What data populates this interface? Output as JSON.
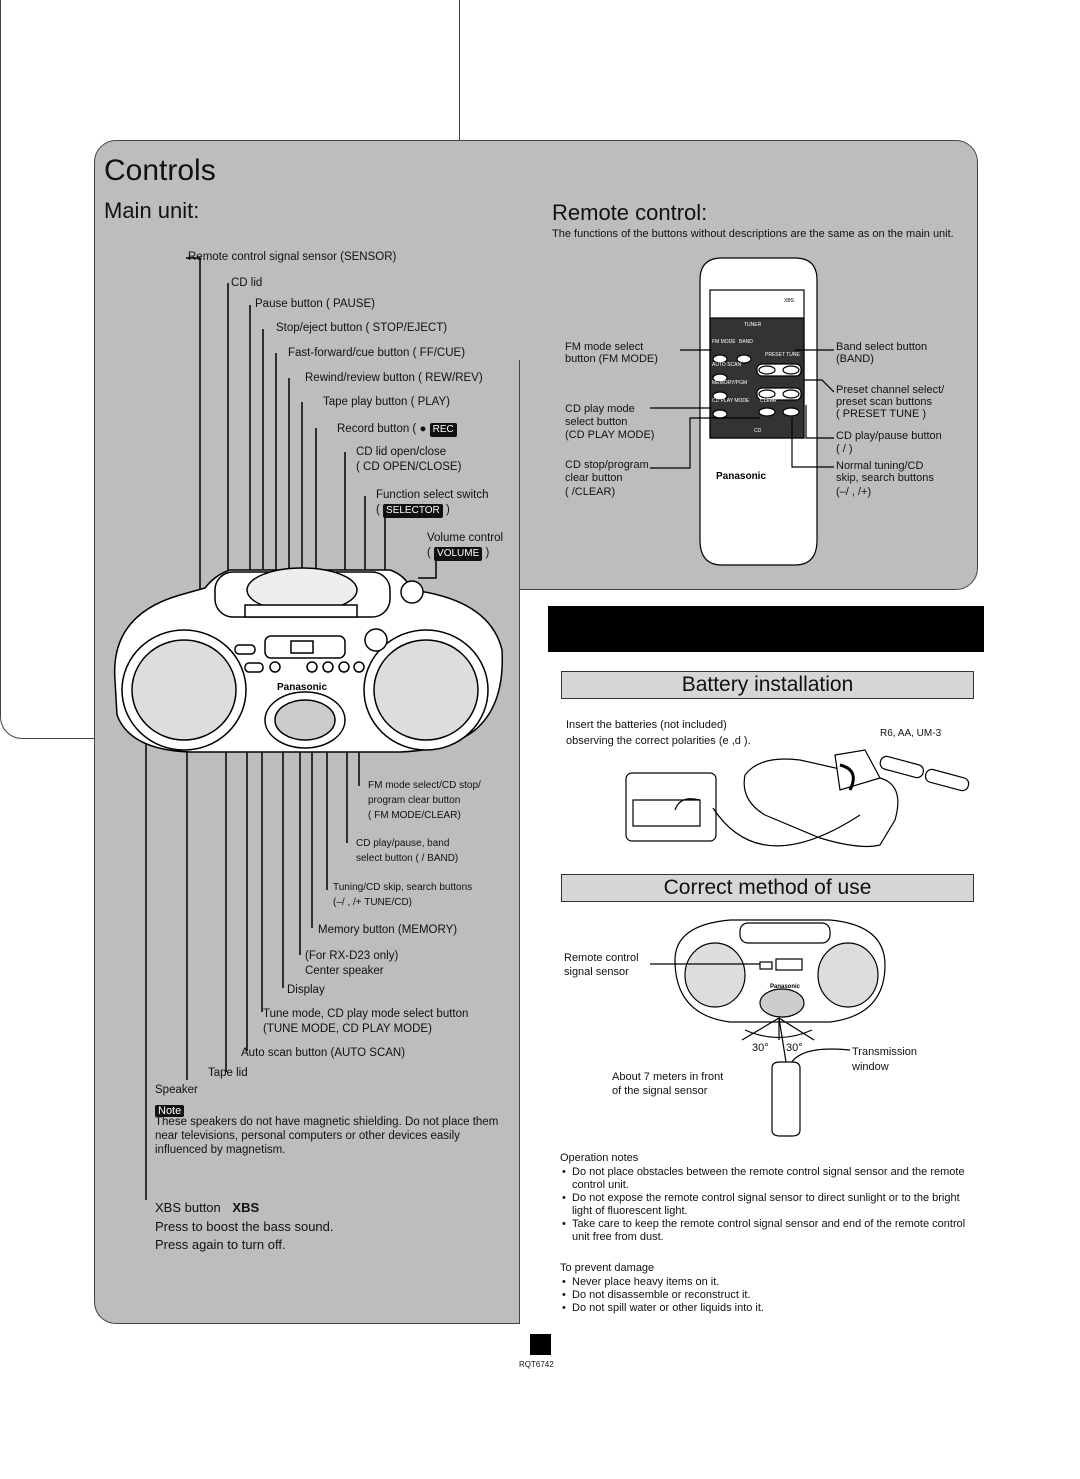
{
  "page": {
    "title": "Controls",
    "footer_code": "RQT6742"
  },
  "main_unit": {
    "heading": "Main unit:",
    "labels": {
      "sensor": "Remote control signal sensor (SENSOR)",
      "cd_lid": "CD lid",
      "pause": "Pause button (  PAUSE)",
      "stop_eject": "Stop/eject button (  STOP/EJECT)",
      "ff_cue": "Fast-forward/cue button (  FF/CUE)",
      "rew_rev": "Rewind/review button (  REW/REV)",
      "play": "Tape play button (  PLAY)",
      "record": "Record button (",
      "record_key": "REC",
      "cd_open": "CD lid open/close",
      "cd_open_key": "(  CD OPEN/CLOSE)",
      "function_switch": "Function select switch",
      "selector_key": "SELECTOR",
      "volume_control": "Volume control",
      "volume_key": "VOLUME",
      "fm_mode_1": "FM mode select/CD stop/",
      "fm_mode_2": "program clear button",
      "fm_mode_3": "(  FM MODE/CLEAR)",
      "cd_play_1": "CD play/pause, band",
      "cd_play_2": "select button (  /  BAND)",
      "tuning_1": "Tuning/CD skip, search buttons",
      "tuning_2": "(–/  ,   /+  TUNE/CD)",
      "memory": "Memory button (MEMORY)",
      "center_1": "(For RX-D23 only)",
      "center_2": "Center speaker",
      "display": "Display",
      "tune_mode_1": "Tune mode, CD play mode select button",
      "tune_mode_2": "(TUNE MODE, CD PLAY MODE)",
      "auto_scan": "Auto scan button (AUTO SCAN)",
      "tape_lid": "Tape lid",
      "speaker": "Speaker",
      "brand": "Panasonic"
    },
    "note": {
      "badge": "Note",
      "text": "These speakers do not have magnetic shielding. Do not place them near televisions, personal computers or other devices easily influenced by magnetism."
    },
    "xbs": {
      "label": "XBS button",
      "key": "XBS",
      "line1": "Press to boost the bass sound.",
      "line2": "Press again to turn off."
    }
  },
  "remote": {
    "heading": "Remote control:",
    "intro": "The functions of the buttons without descriptions are the same as on the main unit.",
    "left_labels": {
      "fm_1": "FM mode select",
      "fm_2": "button (FM MODE)",
      "cdmode_1": "CD play mode",
      "cdmode_2": "select button",
      "cdmode_3": "(CD PLAY MODE)",
      "stop_1": "CD stop/program",
      "stop_2": "clear button",
      "stop_3": "(  /CLEAR)"
    },
    "right_labels": {
      "band_1": "Band select button",
      "band_2": "(BAND)",
      "preset_1": "Preset channel select/",
      "preset_2": "preset scan buttons",
      "preset_3": "(  PRESET TUNE  )",
      "cdpp_1": "CD play/pause button",
      "cdpp_2": "(  /  )",
      "normal_1": "Normal tuning/CD",
      "normal_2": "skip, search buttons",
      "normal_3": "(–/  ,   /+)"
    },
    "device": {
      "xbs": "XBS",
      "tuner": "TUNER",
      "fm_mode": "FM MODE",
      "band": "BAND",
      "preset_tune": "PRESET TUNE",
      "auto_scan": "AUTO SCAN",
      "memory_pgm": "MEMORY/PGM",
      "cd_play_mode": "CD PLAY MODE",
      "clear": "CLEAR",
      "cd": "CD",
      "brand": "Panasonic"
    }
  },
  "battery": {
    "heading": "Battery installation",
    "text_1": "Insert the batteries (not included)",
    "text_2": "observing the correct polarities (e ,d ).",
    "type": "R6, AA, UM-3"
  },
  "correct_use": {
    "heading": "Correct method of use",
    "sensor_1": "Remote control",
    "sensor_2": "signal sensor",
    "angle_left": "30°",
    "angle_right": "30°",
    "window_1": "Transmission",
    "window_2": "window",
    "distance_1": "About 7 meters in front",
    "distance_2": "of the signal sensor",
    "brand": "Panasonic",
    "operation_title": "Operation notes",
    "operation_notes": [
      "Do not place obstacles between the remote control signal sensor and the remote control unit.",
      "Do not expose the remote control signal sensor to direct sunlight or to the bright light of fluorescent light.",
      "Take care to keep the remote control signal sensor and end of the remote control unit free from dust."
    ],
    "damage_title": "To prevent damage",
    "damage_notes": [
      "Never place heavy items on it.",
      "Do not disassemble or reconstruct it.",
      "Do not spill water or other liquids into it."
    ]
  }
}
